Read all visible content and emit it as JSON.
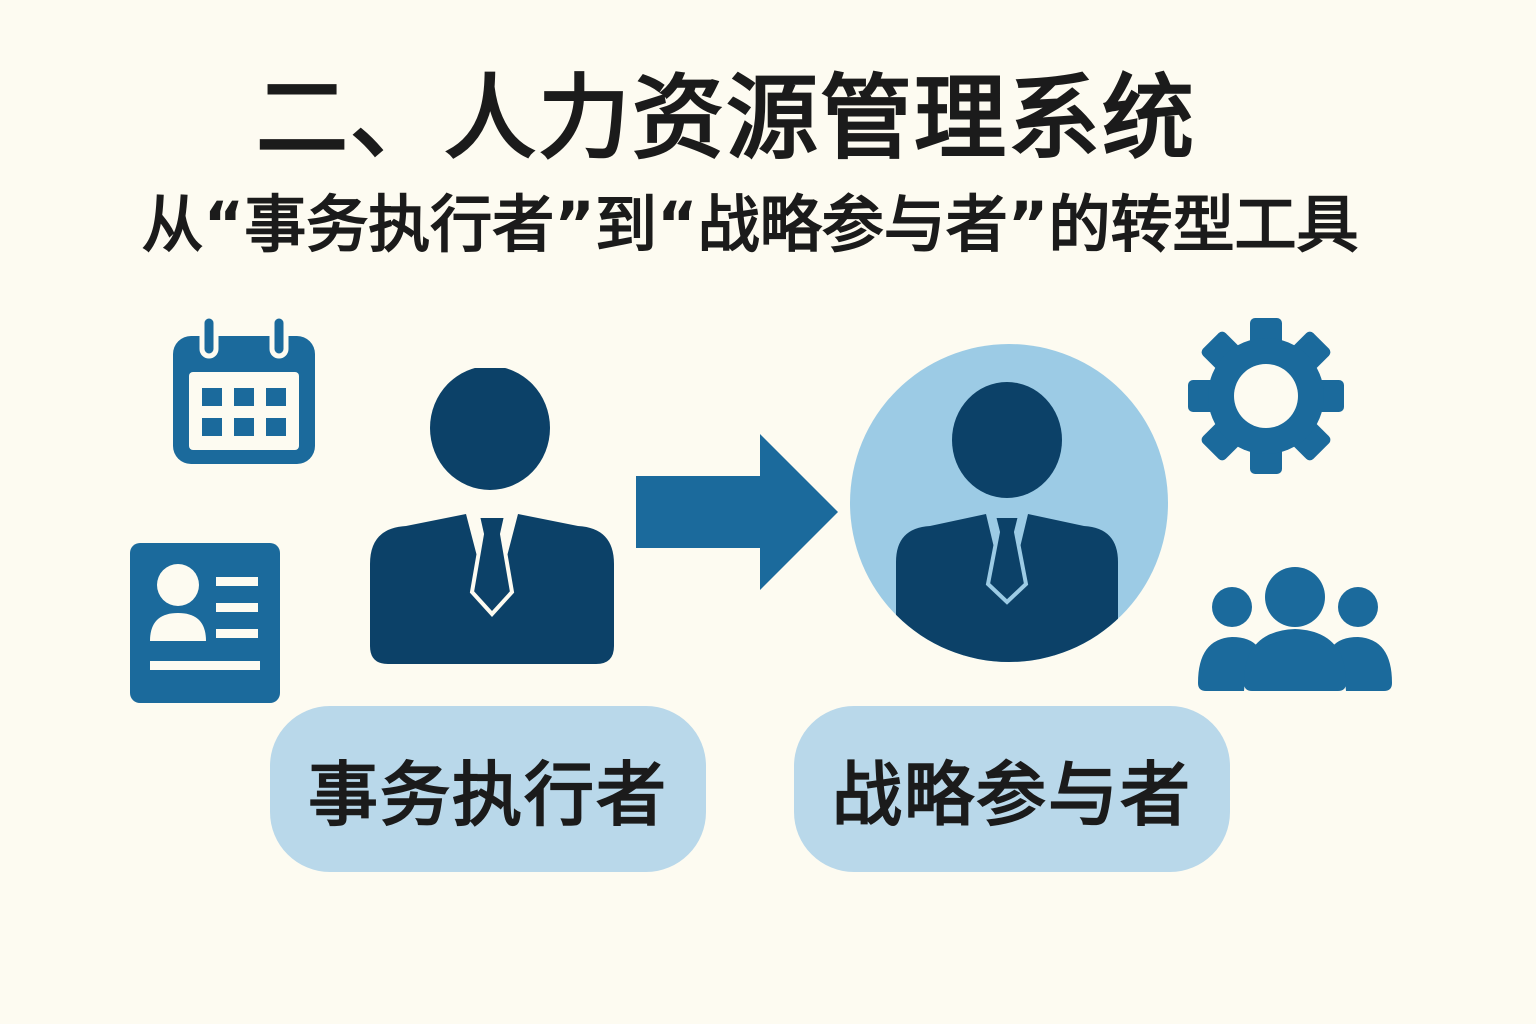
{
  "heading": {
    "title": "二、人力资源管理系统",
    "subtitle": "从“事务执行者”到“战略参与者”的转型工具"
  },
  "roles": {
    "from_label": "事务执行者",
    "to_label": "战略参与者"
  },
  "icons": {
    "left_top": "calendar-icon",
    "left_bottom": "id-card-icon",
    "center_left": "business-person-icon",
    "center": "arrow-right-icon",
    "center_right": "business-person-in-circle-icon",
    "right_top": "gear-icon",
    "right_bottom": "team-icon"
  },
  "colors": {
    "background": "#fdfbf1",
    "dark_blue": "#0c4168",
    "medium_blue": "#1b6a9c",
    "light_blue": "#9ccbe5",
    "pill_fill": "#b9d8ea"
  }
}
